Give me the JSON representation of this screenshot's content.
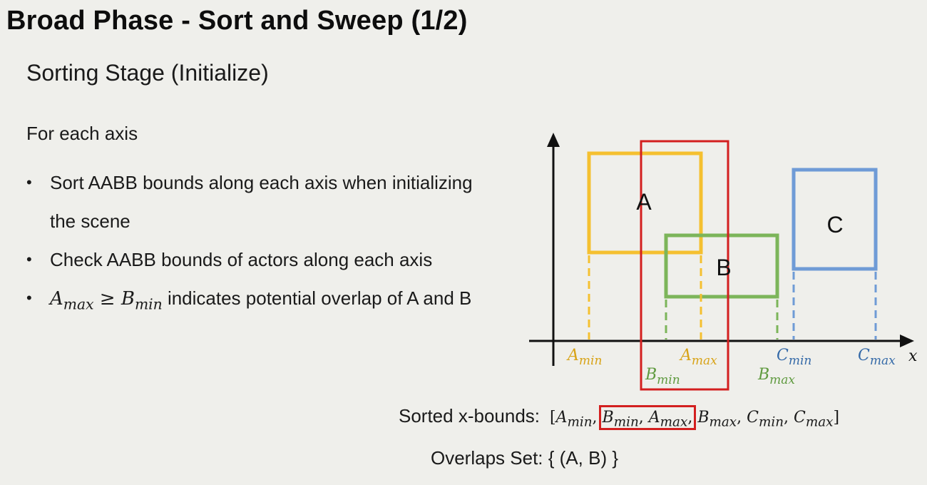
{
  "title": "Broad Phase - Sort and Sweep (1/2)",
  "subtitle": "Sorting Stage (Initialize)",
  "intro": "For each axis",
  "bullets": [
    {
      "text": "Sort AABB bounds along each axis when initializing the scene"
    },
    {
      "text": "Check AABB bounds of actors along each axis"
    },
    {
      "math_left": "A",
      "math_left_sub": "max",
      "math_op": "≥",
      "math_right": "B",
      "math_right_sub": "min",
      "text": " indicates potential overlap of A and B"
    }
  ],
  "diagram": {
    "boxes": [
      {
        "label": "A",
        "color": "#f5c030"
      },
      {
        "label": "B",
        "color": "#7cb55a"
      },
      {
        "label": "C",
        "color": "#6f9bd6"
      }
    ],
    "axis_label": "x",
    "bounds": [
      {
        "base": "A",
        "sub": "min",
        "color": "#d8a317"
      },
      {
        "base": "B",
        "sub": "min",
        "color": "#5f9a3f"
      },
      {
        "base": "A",
        "sub": "max",
        "color": "#d8a317"
      },
      {
        "base": "B",
        "sub": "max",
        "color": "#5f9a3f"
      },
      {
        "base": "C",
        "sub": "min",
        "color": "#356aa8"
      },
      {
        "base": "C",
        "sub": "max",
        "color": "#356aa8"
      }
    ],
    "highlight_color": "#d31f1f"
  },
  "sorted": {
    "label": "Sorted x-bounds:",
    "open": "[",
    "close": "]",
    "items": [
      {
        "base": "A",
        "sub": "min"
      },
      {
        "base": "B",
        "sub": "min"
      },
      {
        "base": "A",
        "sub": "max"
      },
      {
        "base": "B",
        "sub": "max"
      },
      {
        "base": "C",
        "sub": "min"
      },
      {
        "base": "C",
        "sub": "max"
      }
    ]
  },
  "overlaps": {
    "label": "Overlaps Set:",
    "value": "{ (A, B) }"
  }
}
